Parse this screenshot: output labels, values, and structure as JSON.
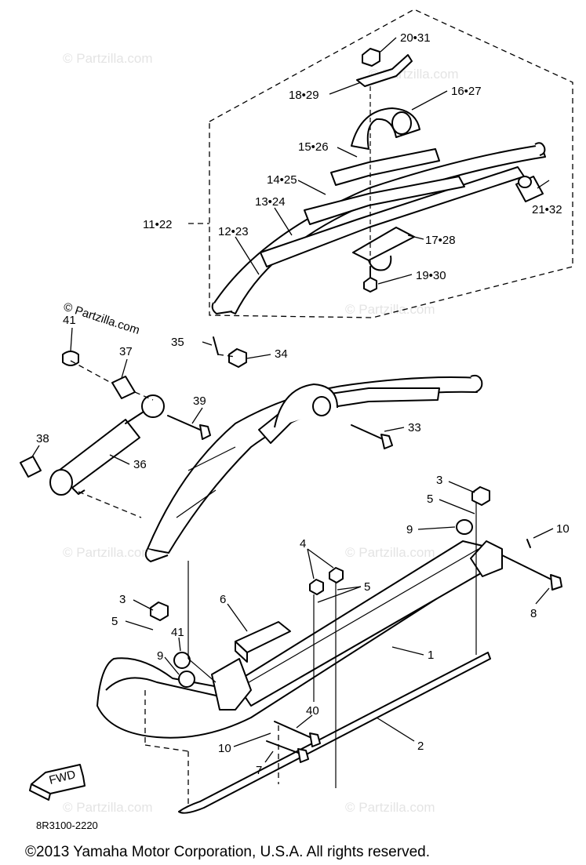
{
  "watermark": "© Partzilla.com",
  "diagram_code": "8R3100-2220",
  "copyright": "©2013  Yamaha Motor Corporation, U.S.A. All rights reserved.",
  "fwd_label": "FWD",
  "labels": {
    "p20_31": "20•31",
    "p18_29": "18•29",
    "p16_27": "16•27",
    "p15_26": "15•26",
    "p14_25": "14•25",
    "p13_24": "13•24",
    "p11_22": "11•22",
    "p12_23": "12•23",
    "p21_32": "21•32",
    "p17_28": "17•28",
    "p19_30": "19•30",
    "p41a": "41",
    "p35": "35",
    "p34": "34",
    "p37": "37",
    "p39": "39",
    "p33": "33",
    "p38": "38",
    "p36": "36",
    "p3a": "3",
    "p5a": "5",
    "p9a": "9",
    "p10a": "10",
    "p4": "4",
    "p5b": "5",
    "p8": "8",
    "p6": "6",
    "p3b": "3",
    "p5c": "5",
    "p41b": "41",
    "p9b": "9",
    "p1": "1",
    "p40": "40",
    "p10b": "10",
    "p7": "7",
    "p2": "2"
  }
}
